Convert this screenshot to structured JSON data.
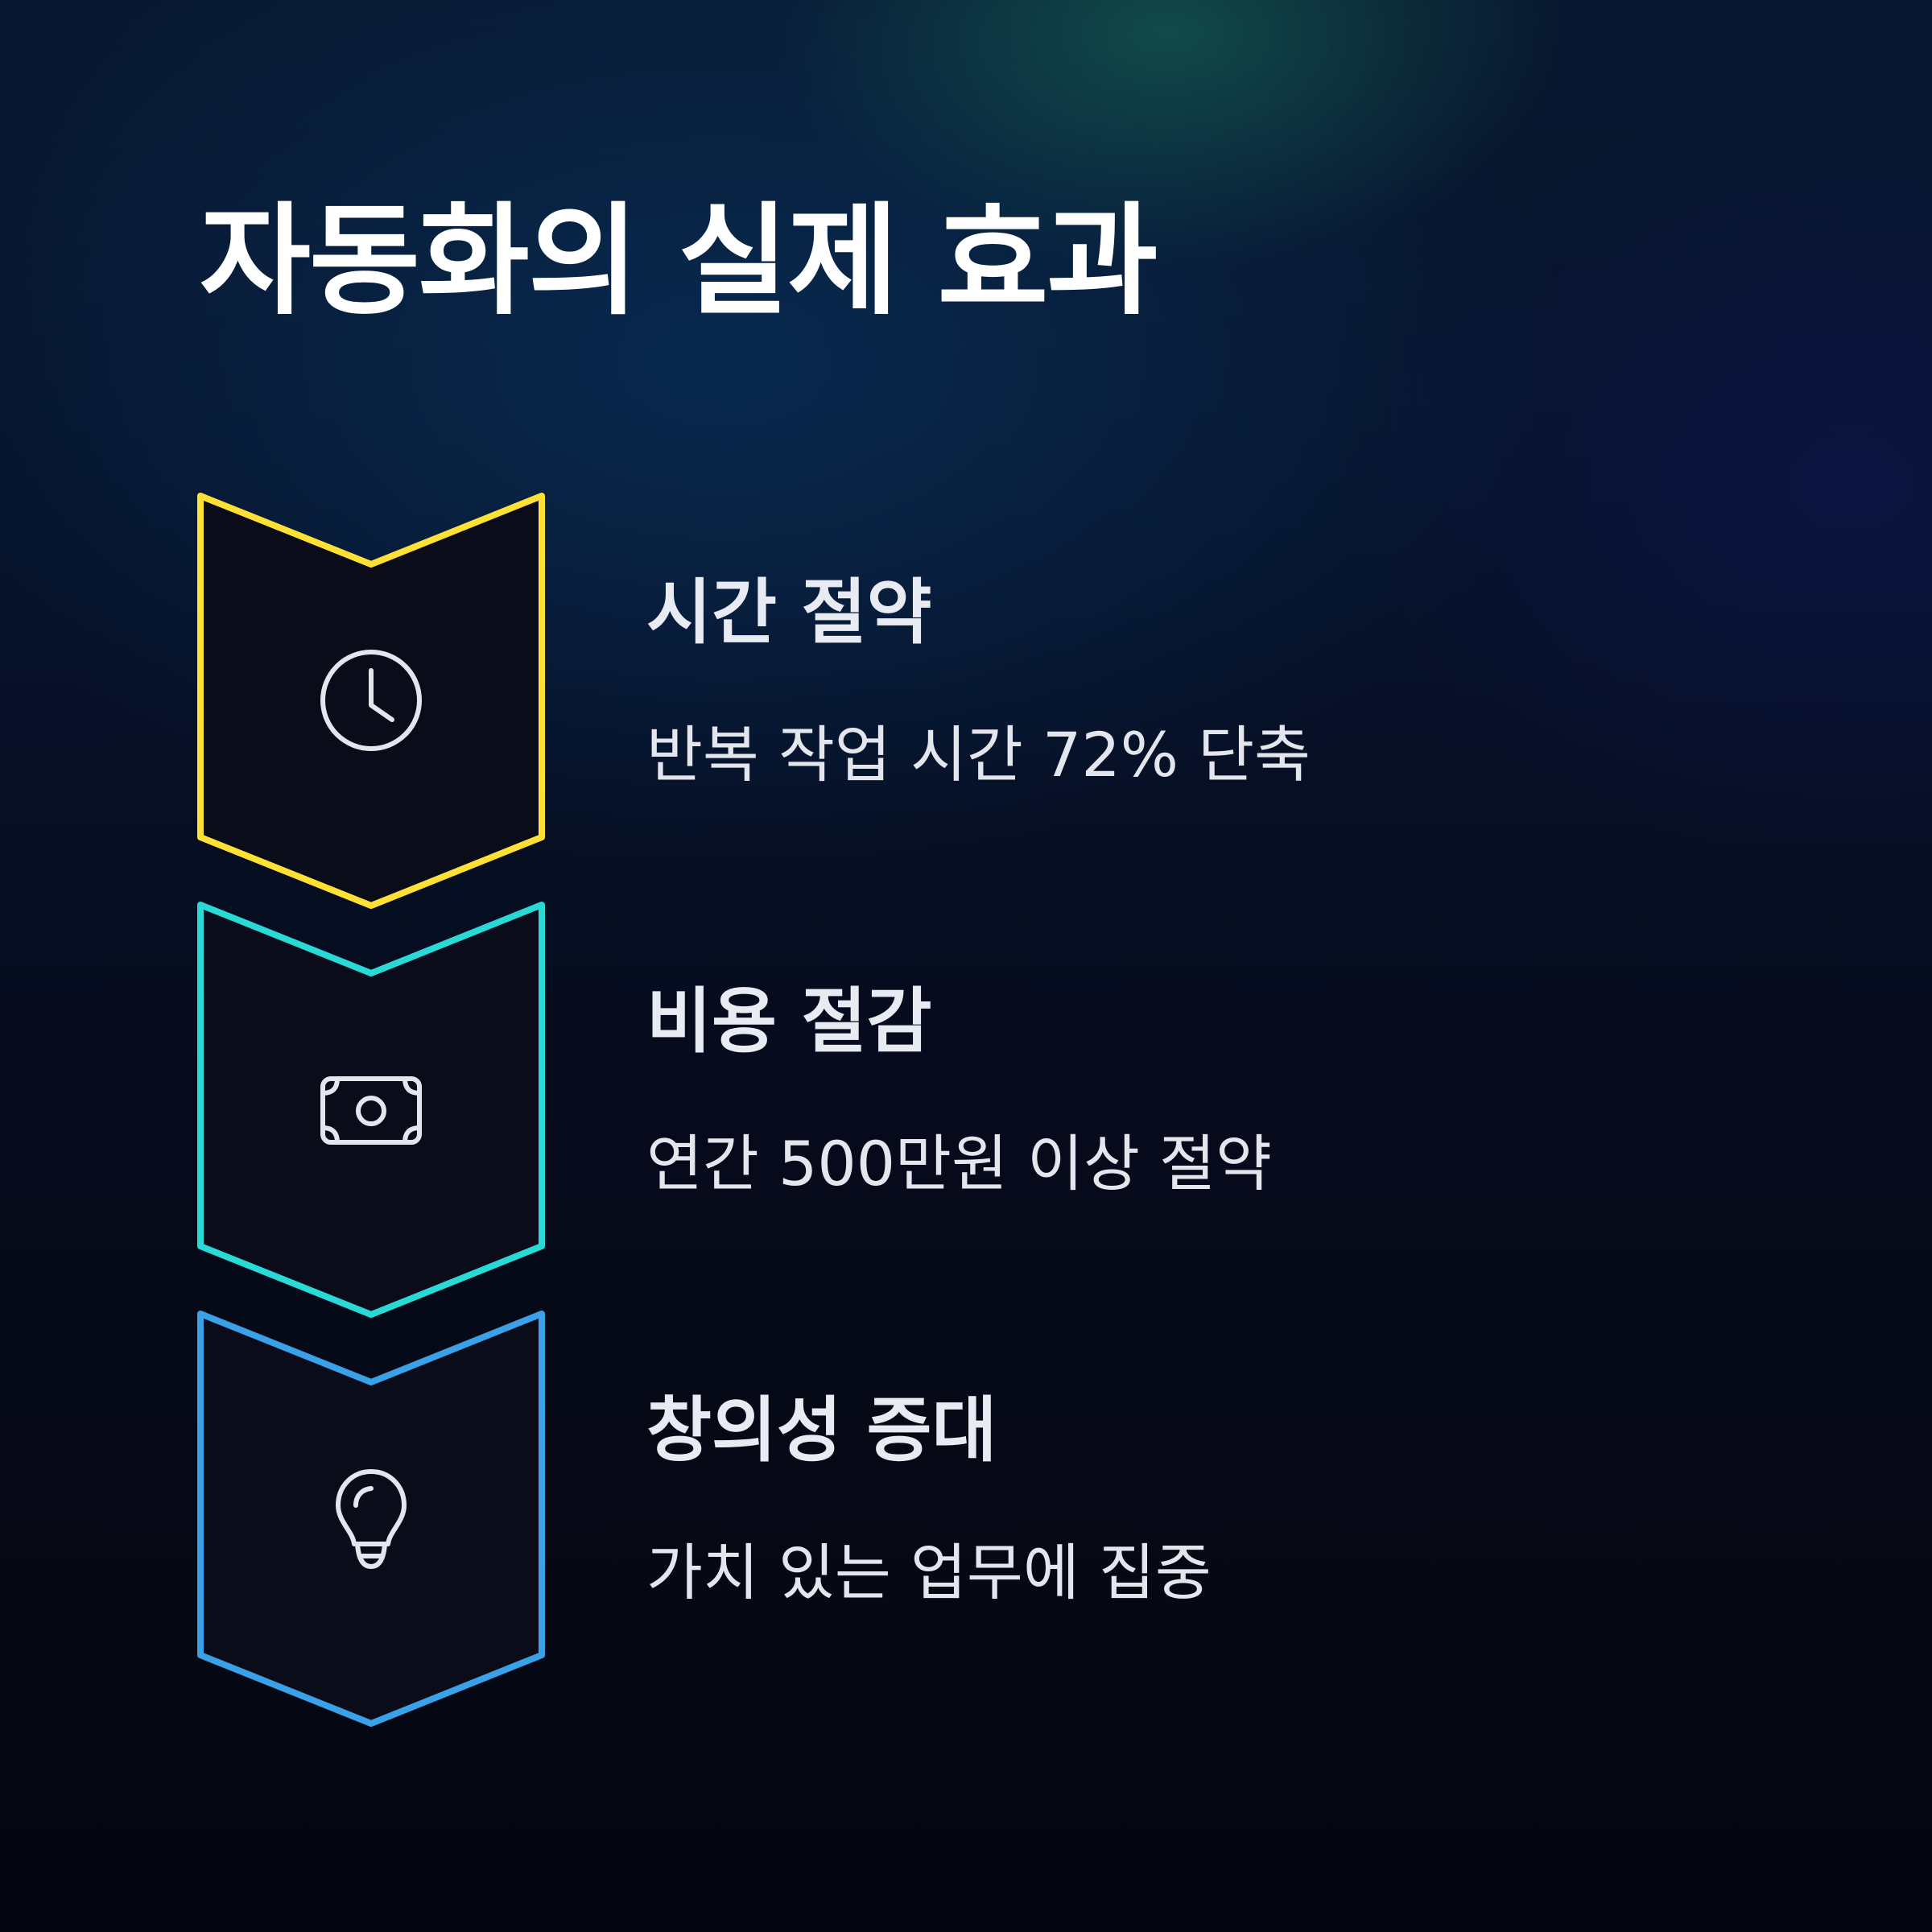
{
  "title": "자동화의 실제 효과",
  "colors": {
    "step1_accent": "#FFE135",
    "step2_accent": "#29D9D5",
    "step3_accent": "#3AA0E8",
    "icon_stroke": "#E5E5EE",
    "chevron_fill": "#0A0C1A"
  },
  "steps": [
    {
      "icon": "clock-icon",
      "heading": "시간 절약",
      "description": "반복 작업 시간 72% 단축"
    },
    {
      "icon": "money-bill-icon",
      "heading": "비용 절감",
      "description": "연간 500만원 이상 절약"
    },
    {
      "icon": "lightbulb-icon",
      "heading": "창의성 증대",
      "description": "가치 있는 업무에 집중"
    }
  ]
}
